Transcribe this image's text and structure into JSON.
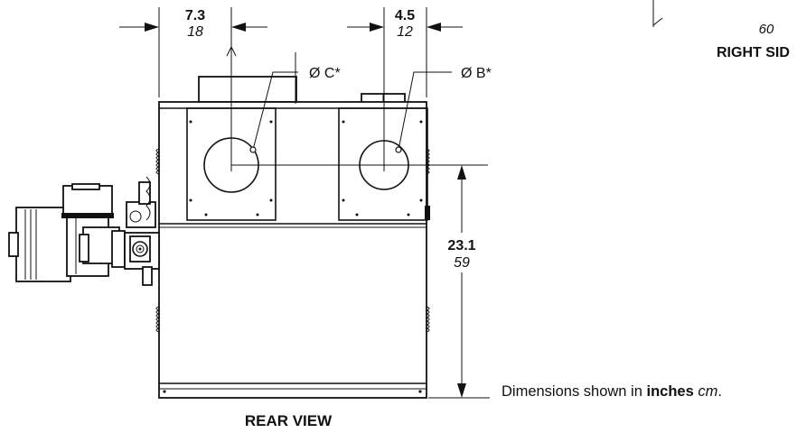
{
  "dimensions": {
    "left_offset": {
      "inches": "7.3",
      "cm": "18"
    },
    "right_offset": {
      "inches": "4.5",
      "cm": "12"
    },
    "height": {
      "inches": "23.1",
      "cm": "59"
    },
    "side_depth": {
      "cm": "60"
    }
  },
  "callouts": {
    "flue_c": "Ø  C*",
    "flue_b": "Ø  B*"
  },
  "labels": {
    "right_side": "RIGHT SID",
    "rear_view": "REAR VIEW"
  },
  "note": {
    "prefix": "Dimensions shown in ",
    "unit_inches": "inches",
    "unit_cm": "cm",
    "suffix": "."
  }
}
